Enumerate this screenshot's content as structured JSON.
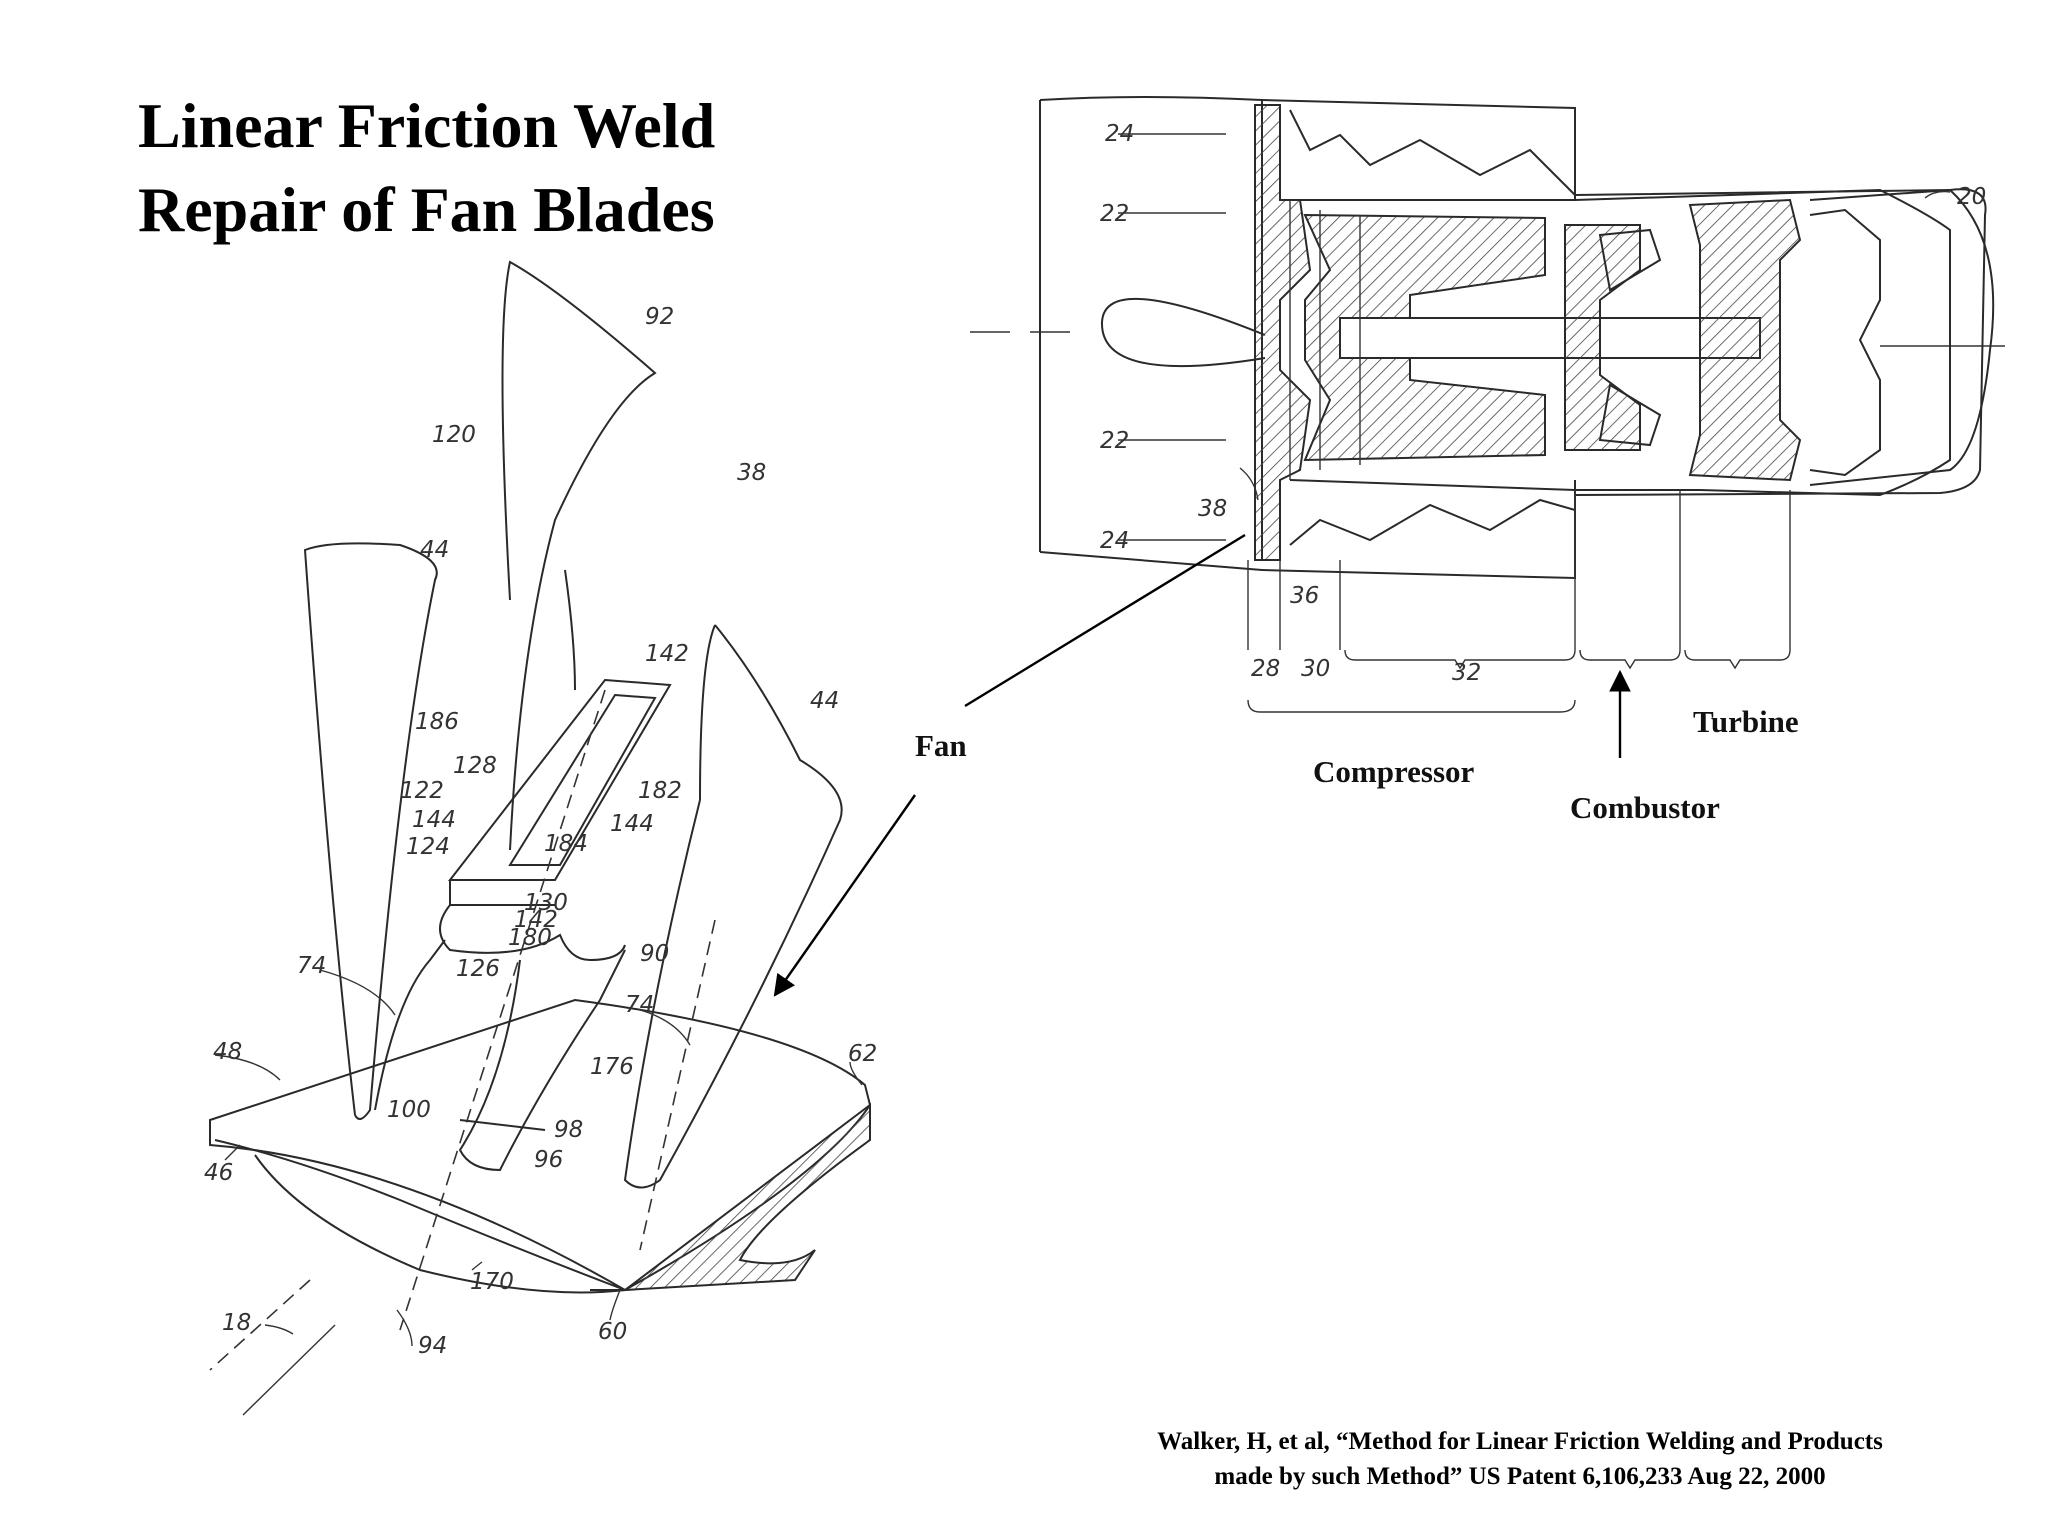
{
  "slide": {
    "title_line1": "Linear Friction Weld",
    "title_line2": "Repair of Fan Blades"
  },
  "labels": {
    "fan": "Fan",
    "compressor": "Compressor",
    "combustor": "Combustor",
    "turbine": "Turbine"
  },
  "engine_refs": [
    "24",
    "22",
    "22",
    "24",
    "38",
    "36",
    "20",
    "28",
    "30",
    "32"
  ],
  "blade_refs": [
    "92",
    "120",
    "38",
    "44",
    "44",
    "142",
    "186",
    "128",
    "182",
    "122",
    "144",
    "144",
    "124",
    "184",
    "130",
    "142",
    "180",
    "90",
    "74",
    "126",
    "74",
    "48",
    "62",
    "176",
    "100",
    "98",
    "96",
    "46",
    "170",
    "18",
    "94",
    "60"
  ],
  "citation": {
    "line1": "Walker, H, et al, “Method for Linear Friction Welding and Products",
    "line2": "made by such Method”  US Patent 6,106,233  Aug 22, 2000"
  }
}
